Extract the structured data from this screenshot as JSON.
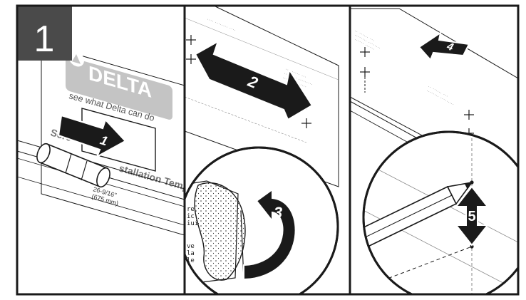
{
  "step_number": "1",
  "brand": {
    "name": "DELTA",
    "tagline": "see what Delta can do"
  },
  "template": {
    "title_part1": "Scre",
    "title_part2": "stallation Temp",
    "dimension": "26-9/16\"",
    "dimension_metric": "(675 mm)",
    "panel3_fragment_left": [
      "re",
      "ic",
      "iui"
    ],
    "panel3_fragment_left2": [
      "ve",
      "la",
      "le"
    ]
  },
  "callouts": {
    "arrow1": "1",
    "arrow2": "2",
    "arrow3": "3",
    "arrow4": "4",
    "arrow5": "5"
  },
  "colors": {
    "ink": "#1a1a1a",
    "badge": "#4a4a4a",
    "logo": "#b9b9b9",
    "paper": "#ffffff"
  }
}
